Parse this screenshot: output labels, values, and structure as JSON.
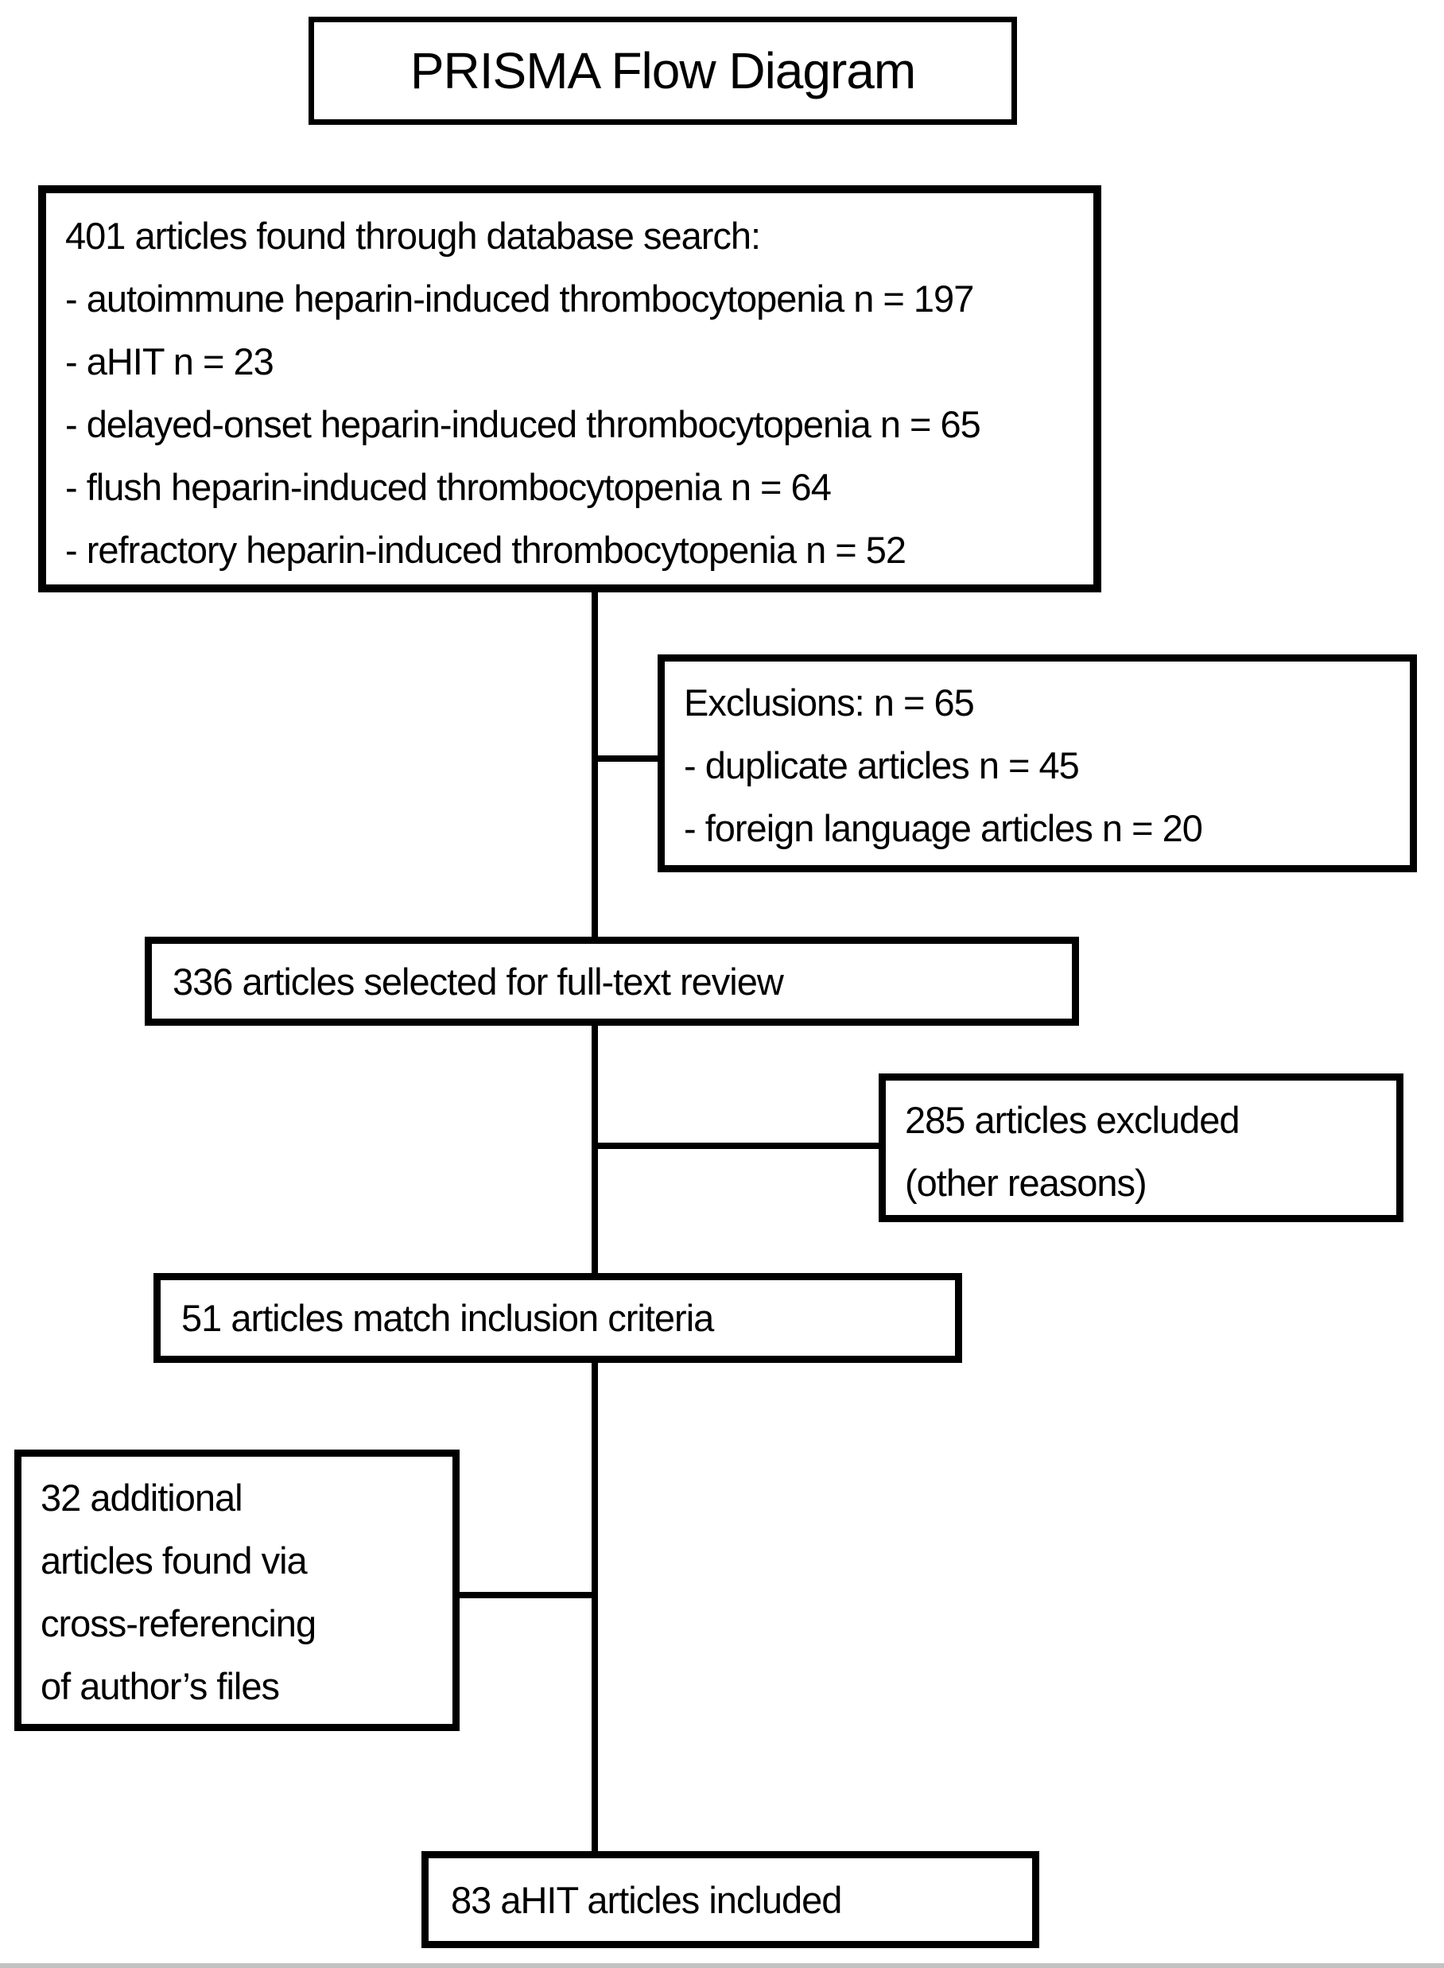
{
  "title": "PRISMA Flow Diagram",
  "boxes": {
    "database_search": {
      "lines": [
        "401 articles found through database search:",
        "- autoimmune heparin-induced thrombocytopenia n = 197",
        "- aHIT n = 23",
        "- delayed-onset heparin-induced thrombocytopenia n = 65",
        "- flush heparin-induced thrombocytopenia n = 64",
        "- refractory heparin-induced thrombocytopenia n = 52"
      ]
    },
    "exclusions": {
      "lines": [
        "Exclusions: n = 65",
        "- duplicate articles n = 45",
        "- foreign language articles n = 20"
      ]
    },
    "full_text_review": {
      "text": "336 articles selected for full-text review"
    },
    "excluded_other": {
      "lines": [
        "285 articles excluded",
        "(other reasons)"
      ]
    },
    "inclusion_criteria": {
      "text": "51 articles match inclusion criteria"
    },
    "cross_referencing": {
      "lines": [
        "32 additional",
        "articles found via",
        "cross-referencing",
        "of author’s files"
      ]
    },
    "included": {
      "text": "83 aHIT articles included"
    }
  },
  "colors": {
    "border": "#000000",
    "background": "#ffffff",
    "text": "#000000"
  }
}
